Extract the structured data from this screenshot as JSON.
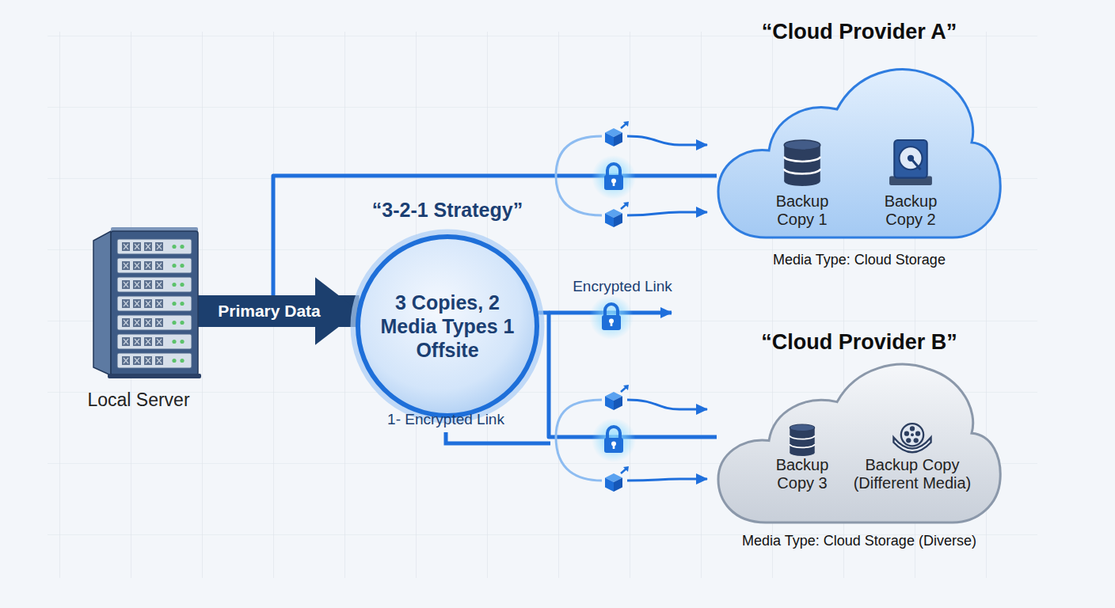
{
  "diagram": {
    "nodes": [
      {
        "text": [
          "Local Server"
        ]
      },
      {
        "text": [
          "“3-2-1 Strategy”",
          "3 Copies, 2 Media Types 1 Offsite"
        ]
      },
      {
        "text": [
          "“Cloud Provider A”",
          "Media Type: Cloud Storage"
        ]
      },
      {
        "text": [
          "Backup Copy 1"
        ],
        "in": 2
      },
      {
        "text": [
          "Backup Copy 2"
        ],
        "in": 2
      },
      {
        "text": [
          "“Cloud Provider B”",
          "Media Type: Cloud Storage (Diverse)"
        ]
      },
      {
        "text": [
          "Backup Copy 3"
        ],
        "in": 5
      },
      {
        "text": [
          "Backup Copy (Different Media)"
        ],
        "in": 5
      }
    ],
    "edges": [
      {
        "from": 0,
        "to": 1,
        "label": "Primary Data",
        "arrow": "to"
      },
      {
        "from": 0,
        "to": 2,
        "arrow": "none"
      },
      {
        "from": 1,
        "to": 5,
        "arrow": "none"
      }
    ],
    "labels": [
      "Encrypted Link",
      "1- Encrypted Link"
    ]
  }
}
